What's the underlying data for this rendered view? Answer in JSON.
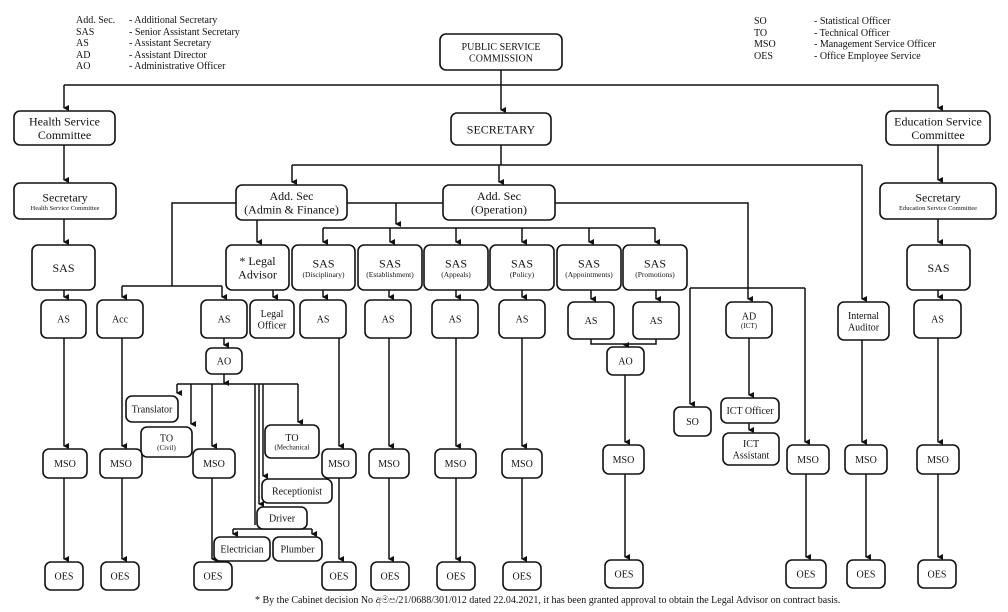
{
  "legend_left": [
    {
      "abbr": "Add. Sec.",
      "meaning": "- Additional Secretary"
    },
    {
      "abbr": "SAS",
      "meaning": "- Senior Assistant Secretary"
    },
    {
      "abbr": "AS",
      "meaning": "- Assistant Secretary"
    },
    {
      "abbr": "AD",
      "meaning": "- Assistant Director"
    },
    {
      "abbr": "AO",
      "meaning": "- Administrative Officer"
    }
  ],
  "legend_right": [
    {
      "abbr": "SO",
      "meaning": "- Statistical Officer"
    },
    {
      "abbr": "TO",
      "meaning": "- Technical Officer"
    },
    {
      "abbr": "MSO",
      "meaning": "- Management Service Officer"
    },
    {
      "abbr": "OES",
      "meaning": "- Office Employee Service"
    }
  ],
  "nodes": {
    "psc": [
      "PUBLIC SERVICE",
      "COMMISSION"
    ],
    "secretary": [
      "SECRETARY"
    ],
    "hsc": [
      "Health Service",
      "Committee"
    ],
    "esc": [
      "Education Service",
      "Committee"
    ],
    "hsc_sec": [
      "Secretary",
      "Health Service Committee"
    ],
    "esc_sec": [
      "Secretary",
      "Education Service Committee"
    ],
    "addsec_af": [
      "Add. Sec",
      "(Admin & Finance)"
    ],
    "addsec_op": [
      "Add. Sec",
      "(Operation)"
    ],
    "legal_advisor": [
      "* Legal",
      "Advisor"
    ],
    "sas_disc": [
      "SAS",
      "(Disciplinary)"
    ],
    "sas_est": [
      "SAS",
      "(Establishment)"
    ],
    "sas_app": [
      "SAS",
      "(Appeals)"
    ],
    "sas_pol": [
      "SAS",
      "(Policy)"
    ],
    "sas_appt": [
      "SAS",
      "(Appointments)"
    ],
    "sas_prom": [
      "SAS",
      "(Promotions)"
    ],
    "hsc_sas": [
      "SAS"
    ],
    "esc_sas": [
      "SAS"
    ],
    "hsc_as": [
      "AS"
    ],
    "esc_as": [
      "AS"
    ],
    "acc": [
      "Acc"
    ],
    "af_as": [
      "AS"
    ],
    "legal_officer": [
      "Legal",
      "Officer"
    ],
    "disc_as": [
      "AS"
    ],
    "est_as": [
      "AS"
    ],
    "app_as": [
      "AS"
    ],
    "pol_as": [
      "AS"
    ],
    "appt_as": [
      "AS"
    ],
    "prom_as": [
      "AS"
    ],
    "ad_ict": [
      "AD",
      "(ICT)"
    ],
    "internal_auditor": [
      "Internal",
      "Auditor"
    ],
    "af_ao": [
      "AO"
    ],
    "op_ao": [
      "AO"
    ],
    "translator": [
      "Translator"
    ],
    "to_civil": [
      "TO",
      "(Civil)"
    ],
    "to_mech": [
      "TO",
      "(Mechanical"
    ],
    "receptionist": [
      "Receptionist"
    ],
    "driver": [
      "Driver"
    ],
    "electrician": [
      "Electrician"
    ],
    "plumber": [
      "Plumber"
    ],
    "so": [
      "SO"
    ],
    "ict_officer": [
      "ICT Officer"
    ],
    "ict_assistant": [
      "ICT",
      "Assistant"
    ],
    "mso_hsc": [
      "MSO"
    ],
    "mso_acc": [
      "MSO"
    ],
    "mso_af": [
      "MSO"
    ],
    "mso_disc": [
      "MSO"
    ],
    "mso_est": [
      "MSO"
    ],
    "mso_app": [
      "MSO"
    ],
    "mso_pol": [
      "MSO"
    ],
    "mso_op": [
      "MSO"
    ],
    "mso_ict": [
      "MSO"
    ],
    "mso_ia": [
      "MSO"
    ],
    "mso_esc": [
      "MSO"
    ],
    "oes_hsc": [
      "OES"
    ],
    "oes_acc": [
      "OES"
    ],
    "oes_af": [
      "OES"
    ],
    "oes_disc": [
      "OES"
    ],
    "oes_est": [
      "OES"
    ],
    "oes_app": [
      "OES"
    ],
    "oes_pol": [
      "OES"
    ],
    "oes_op": [
      "OES"
    ],
    "oes_ict": [
      "OES"
    ],
    "oes_ia": [
      "OES"
    ],
    "oes_esc": [
      "OES"
    ]
  },
  "footnote": "* By the Cabinet decision No අමප/21/0688/301/012 dated 22.04.2021, it has been granted approval to obtain the Legal Advisor on contract basis."
}
